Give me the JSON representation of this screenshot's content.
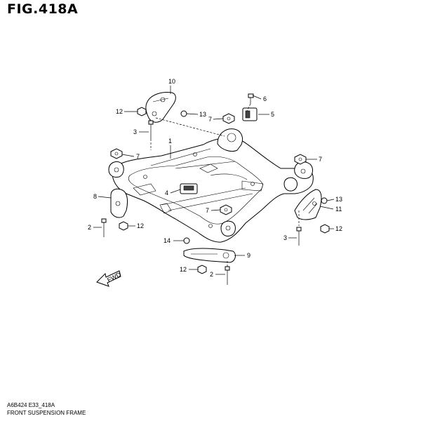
{
  "figure": {
    "title": "FIG.418A",
    "code": "A6B424 E33_418A",
    "caption": "FRONT SUSPENSION FRAME"
  },
  "fwd_label": "FWD",
  "callouts": [
    {
      "id": "c10",
      "label": "10"
    },
    {
      "id": "c6",
      "label": "6"
    },
    {
      "id": "c5",
      "label": "5"
    },
    {
      "id": "c12a",
      "label": "12"
    },
    {
      "id": "c13a",
      "label": "13"
    },
    {
      "id": "c7a",
      "label": "7"
    },
    {
      "id": "c3a",
      "label": "3"
    },
    {
      "id": "c1",
      "label": "1"
    },
    {
      "id": "c7b",
      "label": "7"
    },
    {
      "id": "c7c",
      "label": "7"
    },
    {
      "id": "c4",
      "label": "4"
    },
    {
      "id": "c8",
      "label": "8"
    },
    {
      "id": "c13b",
      "label": "13"
    },
    {
      "id": "c7d",
      "label": "7"
    },
    {
      "id": "c11",
      "label": "11"
    },
    {
      "id": "c2a",
      "label": "2"
    },
    {
      "id": "c12b",
      "label": "12"
    },
    {
      "id": "c12c",
      "label": "12"
    },
    {
      "id": "c14",
      "label": "14"
    },
    {
      "id": "c3b",
      "label": "3"
    },
    {
      "id": "c9",
      "label": "9"
    },
    {
      "id": "c12d",
      "label": "12"
    },
    {
      "id": "c2b",
      "label": "2"
    }
  ]
}
